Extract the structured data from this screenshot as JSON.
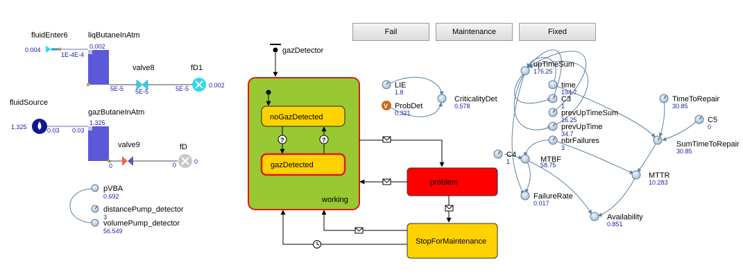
{
  "buttons": {
    "fail": "Fail",
    "maintenance": "Maintenance",
    "fixed": "Fixed"
  },
  "fluid": {
    "fluidEnter6": {
      "name": "fluidEnter6",
      "value": "0.004",
      "flow": "1E-4E-4"
    },
    "liqButane": {
      "name": "liqButaneInAtm",
      "value": "0.002",
      "out": "5E-5"
    },
    "valve8": {
      "name": "valve8",
      "value": "5E-5"
    },
    "fD1": {
      "name": "fD1",
      "in": "5E-5",
      "value": "0.002"
    },
    "fluidSource": {
      "name": "fluidSource",
      "value": "1.325",
      "flow": "0.03"
    },
    "gazButane": {
      "name": "gazButaneInAtm",
      "value": "1.325",
      "in": "0.03",
      "out": "0"
    },
    "valve9": {
      "name": "valve9"
    },
    "fD": {
      "name": "fD",
      "in": "0",
      "value": "0"
    }
  },
  "params_left": {
    "pVBA": {
      "name": "pVBA",
      "value": "0.692"
    },
    "distance": {
      "name": "distancePump_detector",
      "value": "3"
    },
    "volume": {
      "name": "volumePump_detector",
      "value": "56.549"
    }
  },
  "statechart": {
    "trigger": "gazDetector",
    "working": "working",
    "noGaz": "noGazDetected",
    "gazDetected": "gazDetected",
    "problem": "problem",
    "stop": "StopForMaintenance",
    "guard": "?"
  },
  "metrics": {
    "LIE": {
      "name": "LIE",
      "value": "1.8"
    },
    "ProbDet": {
      "name": "ProbDet",
      "value": "0.321",
      "badge": "V"
    },
    "CriticalityDet": {
      "name": "CriticalityDet",
      "value": "0.578"
    },
    "upTimeSum": {
      "name": "upTimeSum",
      "value": "176.25"
    },
    "time": {
      "name": "time",
      "value": "194.7"
    },
    "C3": {
      "name": "C3",
      "value": "1"
    },
    "prevUpTimeSum": {
      "name": "prevUpTimeSum",
      "value": "16.25"
    },
    "prevUpTime": {
      "name": "prevUpTime",
      "value": "34.7"
    },
    "nbrFailures": {
      "name": "nbrFailures",
      "value": "3"
    },
    "C4": {
      "name": "C4",
      "value": "1"
    },
    "MTBF": {
      "name": "MTBF",
      "value": "58.75"
    },
    "FailureRate": {
      "name": "FailureRate",
      "value": "0.017"
    },
    "Availability": {
      "name": "Availability",
      "value": "0.851"
    },
    "TimeToRepair": {
      "name": "TimeToRepair",
      "value": "30.85"
    },
    "C5": {
      "name": "C5",
      "value": "0"
    },
    "SumTimeToRepair": {
      "name": "SumTimeToRepair",
      "value": "30.85"
    },
    "MTTR": {
      "name": "MTTR",
      "value": "10.283"
    }
  }
}
